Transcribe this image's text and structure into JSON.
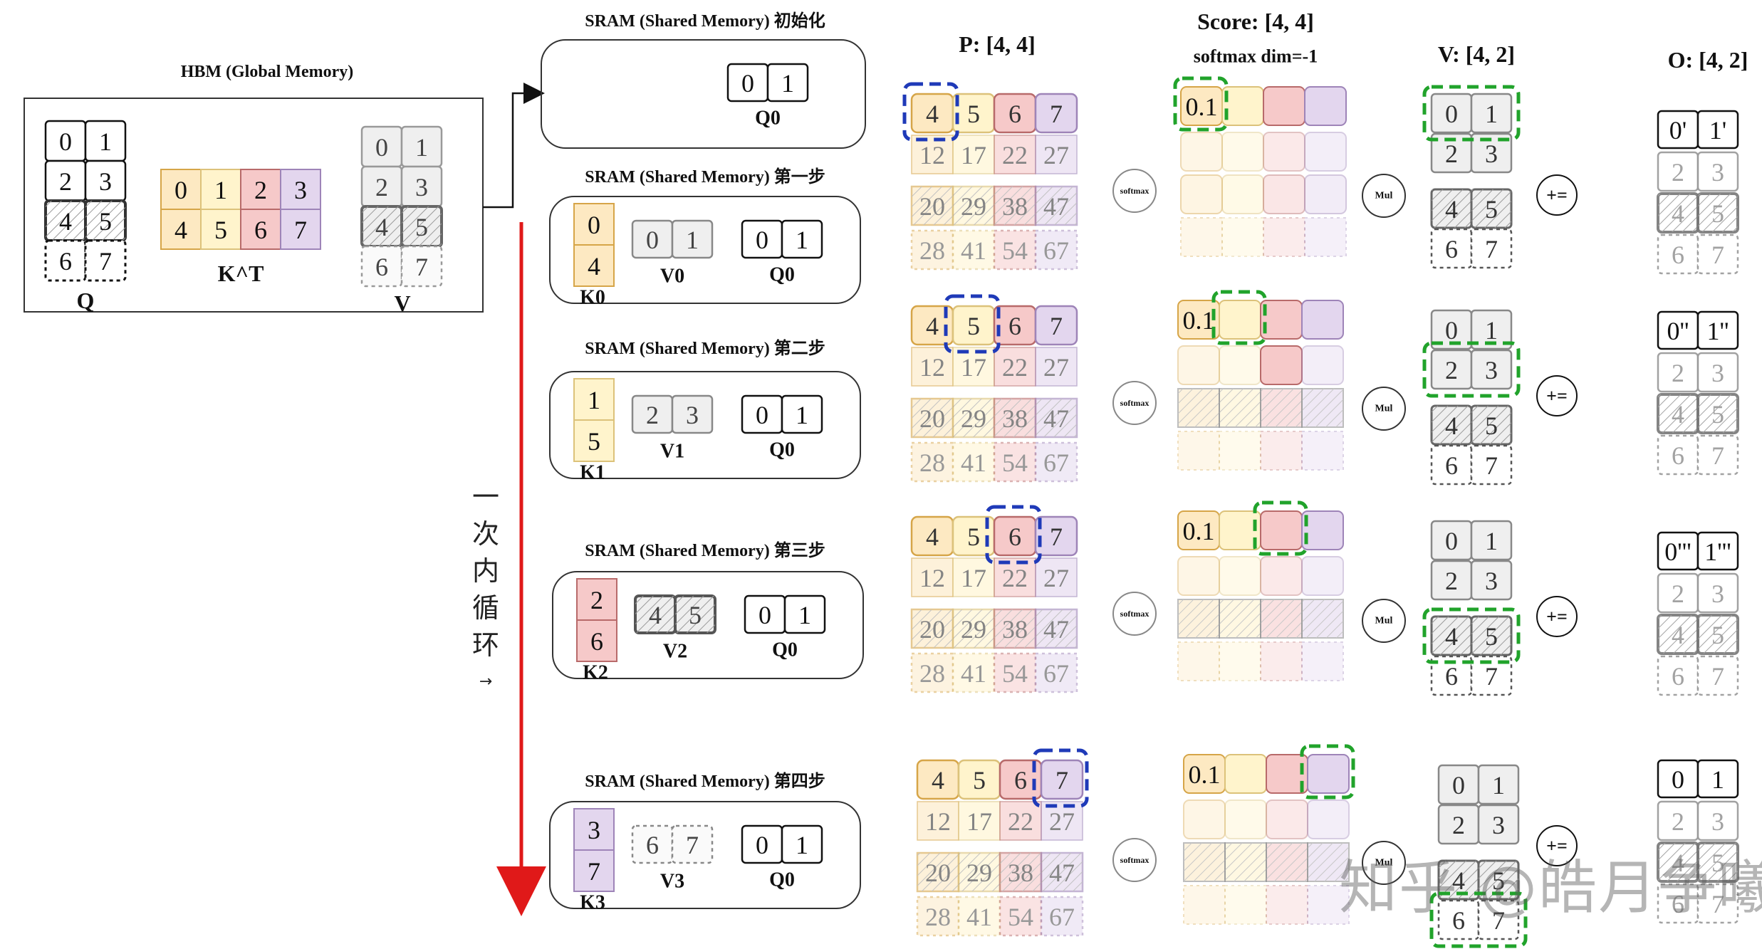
{
  "hbm": {
    "title": "HBM (Global Memory)",
    "q_label": "Q",
    "kt_label": "K^T",
    "v_label": "V",
    "q_cells": [
      "0",
      "1",
      "2",
      "3",
      "4",
      "5",
      "6",
      "7"
    ],
    "kt_cells": [
      "0",
      "1",
      "2",
      "3",
      "4",
      "5",
      "6",
      "7"
    ],
    "v_cells": [
      "0",
      "1",
      "2",
      "3",
      "4",
      "5",
      "6",
      "7"
    ]
  },
  "sram": {
    "init_title": "SRAM (Shared Memory) 初始化",
    "step1_title": "SRAM (Shared Memory) 第一步",
    "step2_title": "SRAM (Shared Memory) 第二步",
    "step3_title": "SRAM (Shared Memory) 第三步",
    "step4_title": "SRAM (Shared Memory) 第四步",
    "q0_label": "Q0",
    "k0_label": "K0",
    "k1_label": "K1",
    "k2_label": "K2",
    "k3_label": "K3",
    "v0_label": "V0",
    "v1_label": "V1",
    "v2_label": "V2",
    "v3_label": "V3"
  },
  "loop_label": [
    "一",
    "次",
    "内",
    "循",
    "环"
  ],
  "loop_arrow_glyph": "→",
  "p": {
    "title": "P: [4, 4]",
    "rows": [
      [
        "4",
        "5",
        "6",
        "7"
      ],
      [
        "12",
        "17",
        "22",
        "27"
      ],
      [
        "20",
        "29",
        "38",
        "47"
      ],
      [
        "28",
        "41",
        "54",
        "67"
      ]
    ]
  },
  "score": {
    "title": "Score: [4, 4]",
    "subtitle": "softmax dim=-1",
    "value": "0.1"
  },
  "v": {
    "title": "V: [4, 2]",
    "cells": [
      "0",
      "1",
      "2",
      "3",
      "4",
      "5",
      "6",
      "7"
    ]
  },
  "o": {
    "title": "O: [4, 2]",
    "row0_steps": [
      [
        "0'",
        "1'"
      ],
      [
        "0''",
        "1''"
      ],
      [
        "0'''",
        "1'''"
      ],
      [
        "0",
        "1"
      ]
    ],
    "cells": [
      "2",
      "3",
      "4",
      "5",
      "6",
      "7"
    ]
  },
  "ops": {
    "softmax": "softmax",
    "mul": "Mul",
    "plus_eq": "+="
  },
  "watermark": "知乎 @皓月争曦",
  "colors": {
    "kt_col0": "#fde9c2",
    "kt_col1": "#fff4cc",
    "kt_col2": "#f6c9c9",
    "kt_col3": "#e3d6ee",
    "border_col0": "#d6a548",
    "border_col1": "#dcc27a",
    "border_col2": "#b86a6a",
    "border_col3": "#9e84b8",
    "gray_fill": "#efefef",
    "highlight_blue": "#1f3ab8",
    "highlight_green": "#21a32b",
    "arrow_red": "#e01919"
  }
}
